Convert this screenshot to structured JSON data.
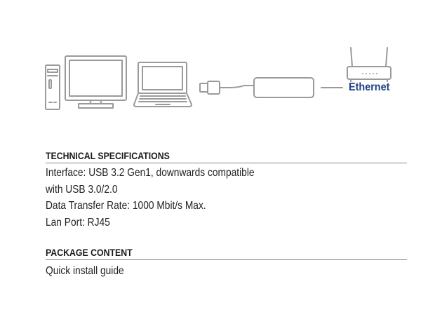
{
  "diagram": {
    "network_label": "Ethernet",
    "icons": [
      "desktop-tower-icon",
      "monitor-icon",
      "laptop-icon",
      "usb-plug-icon",
      "usb-adapter-icon",
      "router-icon"
    ]
  },
  "colors": {
    "accent": "#1f3f83",
    "line": "#8a8a8a",
    "icon_stroke": "#9a9a9a",
    "text": "#222222"
  },
  "specs": {
    "title": "TECHNICAL SPECIFICATIONS",
    "lines": [
      "Interface: USB 3.2 Gen1, downwards compatible",
      "with USB 3.0/2.0",
      "Data Transfer Rate: 1000 Mbit/s Max.",
      "Lan Port: RJ45"
    ]
  },
  "package": {
    "title": "PACKAGE CONTENT",
    "lines": [
      "Quick install guide"
    ]
  }
}
